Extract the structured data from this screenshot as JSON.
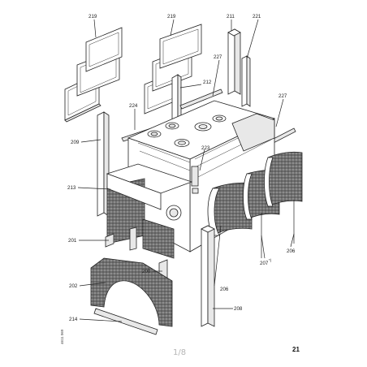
{
  "labels": {
    "l219a": "219",
    "l219b": "219",
    "l211": "211",
    "l221": "221",
    "l227a": "227",
    "l212": "212",
    "l224": "224",
    "l227b": "227",
    "l209": "209",
    "l223": "223",
    "l213": "213",
    "l201": "201",
    "l200": "200",
    "l202": "202",
    "l206a": "206",
    "l207": "207",
    "l207sup": "*)",
    "l206b": "206",
    "l208": "208",
    "l214": "214"
  },
  "footer": {
    "page_indicator": "1/8",
    "page_number": "21"
  },
  "drawing_code": "4611 069"
}
